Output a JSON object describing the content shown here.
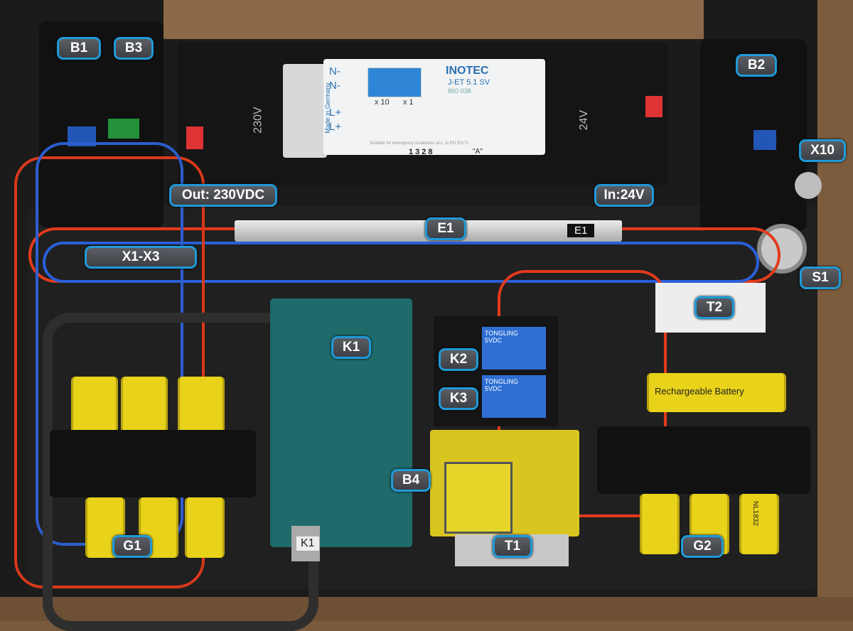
{
  "labels": {
    "b1": "B1",
    "b3": "B3",
    "b2": "B2",
    "x10": "X10",
    "s1": "S1",
    "out": "Out: 230VDC",
    "in": "In:24V",
    "e1": "E1",
    "x1x3": "X1-X3",
    "t2": "T2",
    "k1": "K1",
    "k2": "K2",
    "k3": "K3",
    "b4": "B4",
    "g1": "G1",
    "t1": "T1",
    "g2": "G2"
  },
  "module": {
    "brand": "INOTEC",
    "model": "J-ET 5.1 SV",
    "code": "860 038",
    "terminals": [
      "N-",
      "N-",
      "L+",
      "L+"
    ],
    "made_in": "Made in Germany",
    "dial_left": "x 10",
    "dial_right": "x 1",
    "note": "Suitable for emergency installation acc. to EN 50172",
    "serial": "1328",
    "variant": "\"A\""
  },
  "printed": {
    "v230": "230V",
    "v24": "24V",
    "e1_tag": "E1",
    "k1_tag": "K1",
    "relay_brand": "TONGLING",
    "relay_v": "5VDC",
    "battery": "Rechargeable Battery",
    "cell": "NL1832"
  }
}
